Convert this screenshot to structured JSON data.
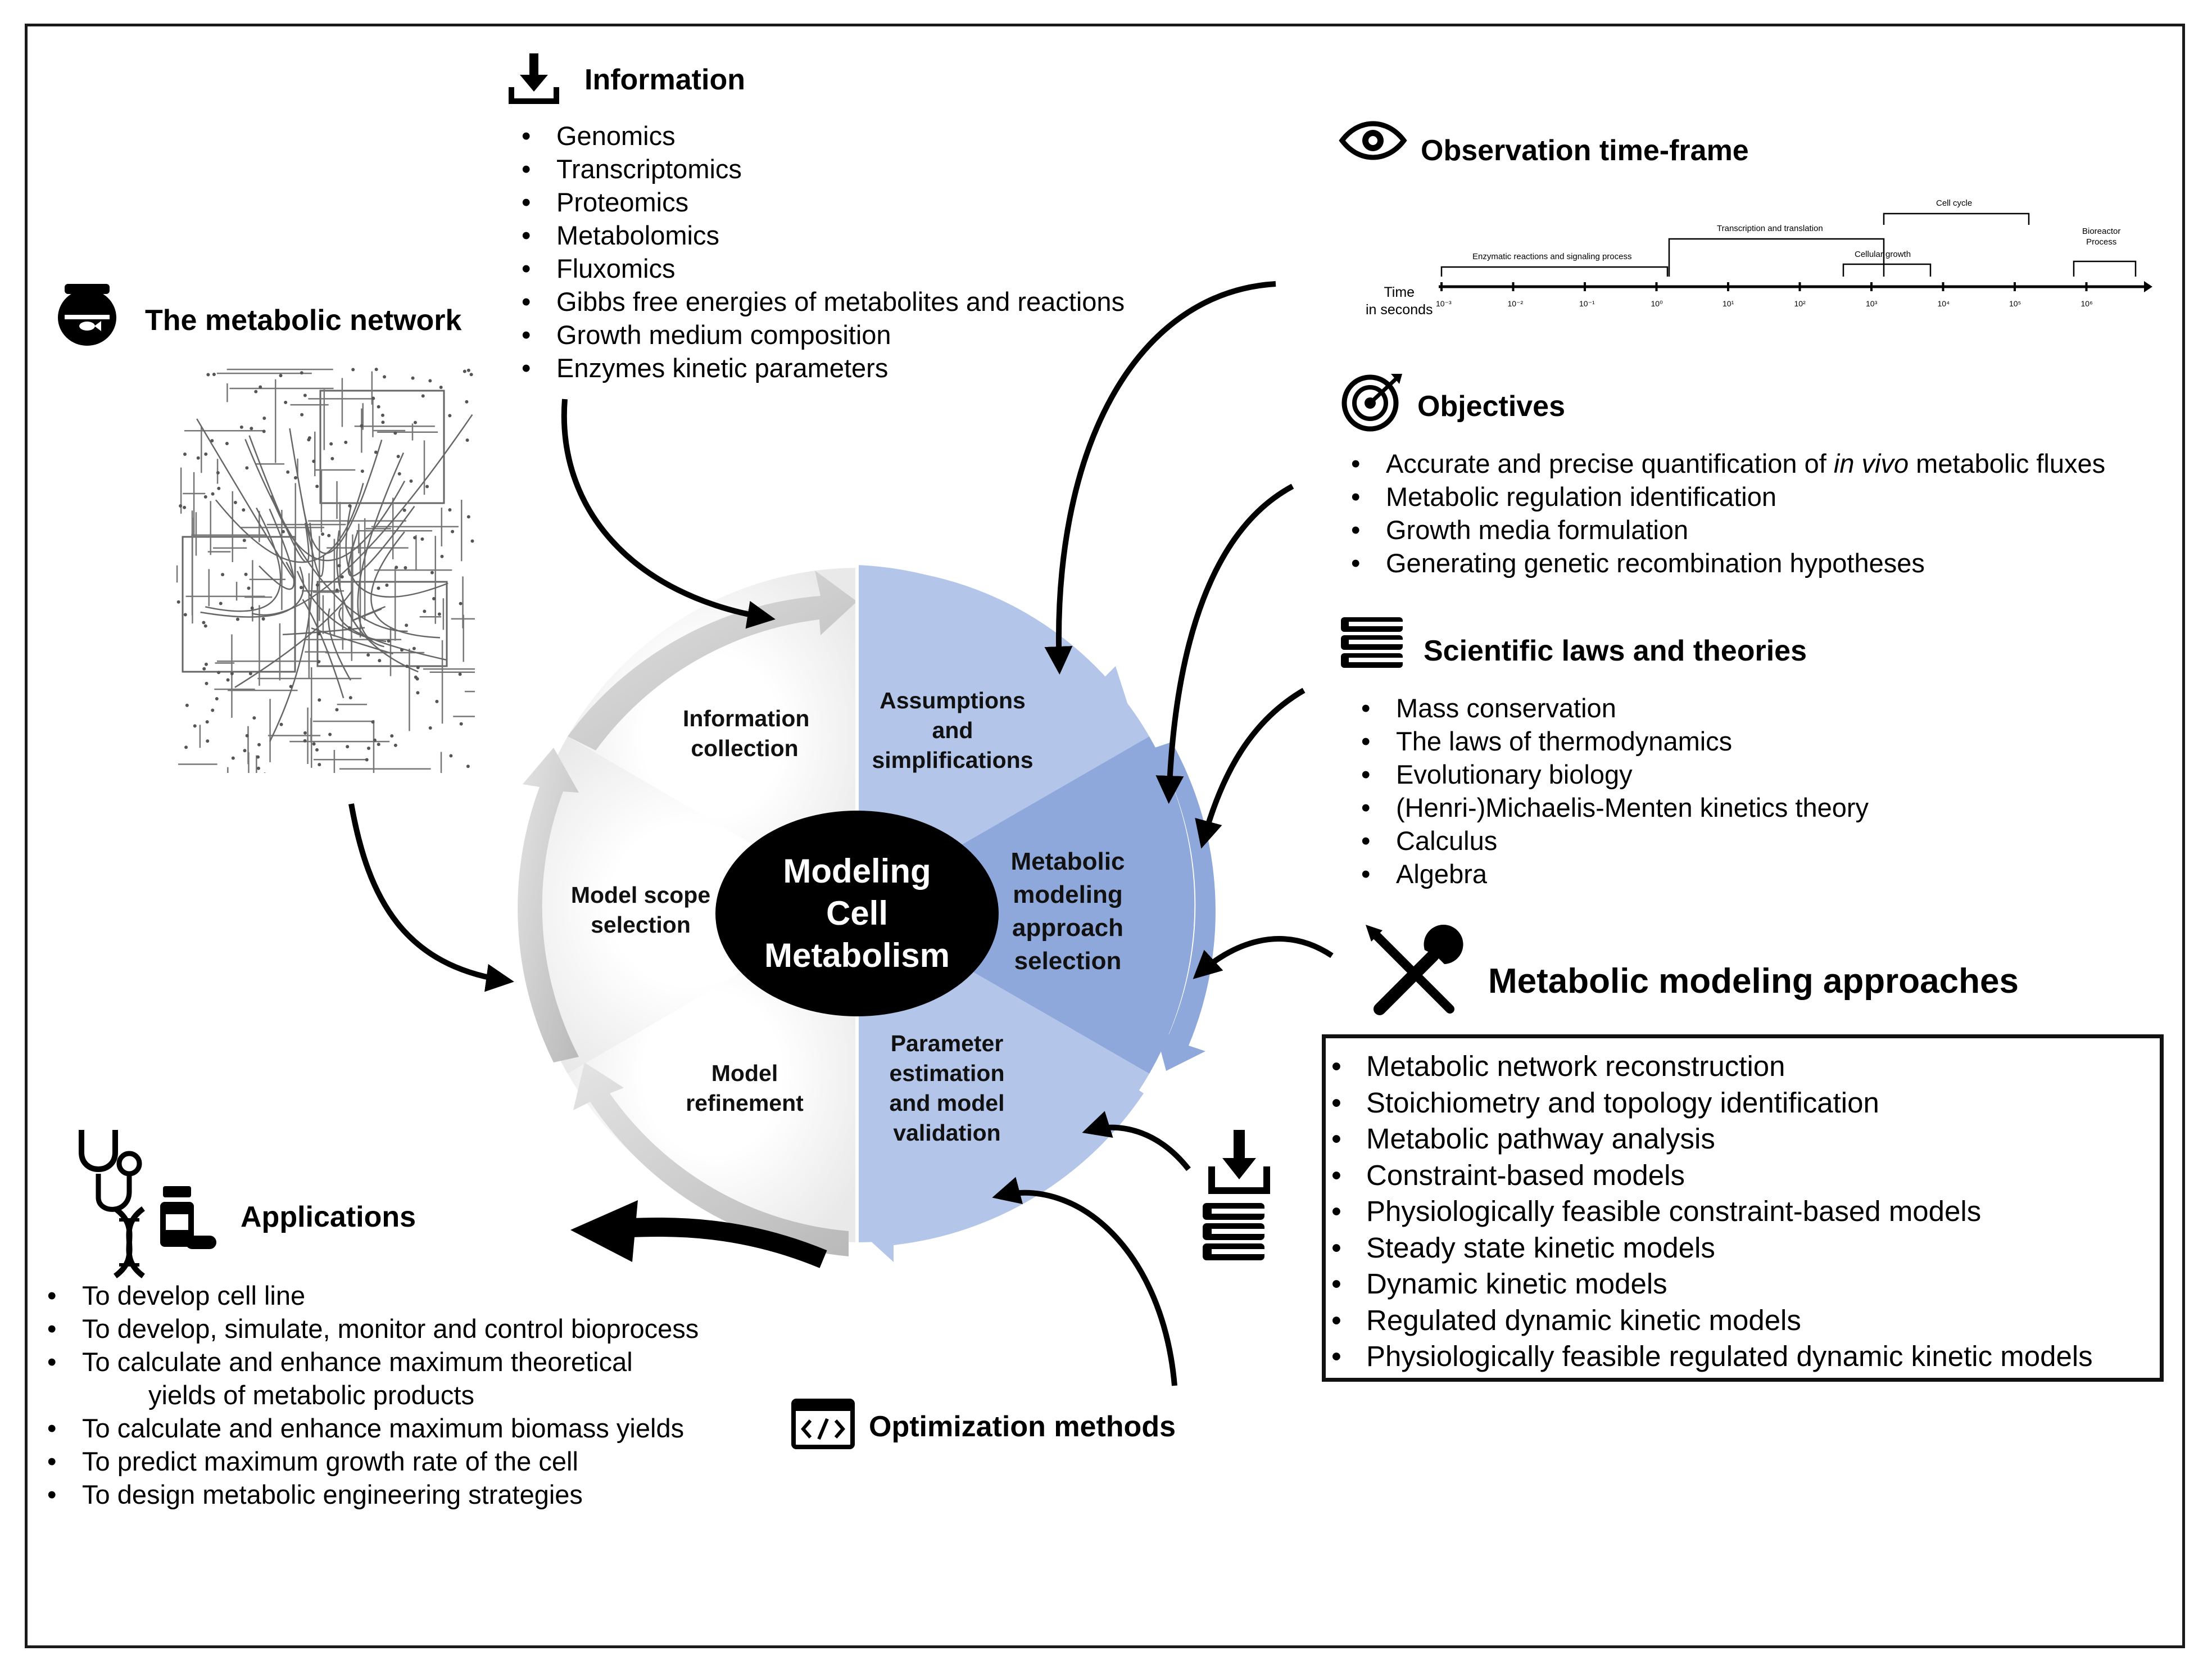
{
  "center": {
    "lines": [
      "Modeling",
      "Cell",
      "Metabolism"
    ]
  },
  "cycle_segments": {
    "information_collection": [
      "Information",
      "collection"
    ],
    "assumptions": [
      "Assumptions",
      "and",
      "simplifications"
    ],
    "approach_selection": [
      "Metabolic",
      "modeling",
      "approach",
      "selection"
    ],
    "parameter_estimation": [
      "Parameter",
      "estimation",
      "and model",
      "validation"
    ],
    "model_refinement": [
      "Model",
      "refinement"
    ],
    "model_scope": [
      "Model scope",
      "selection"
    ]
  },
  "information": {
    "title": "Information",
    "items": [
      "Genomics",
      "Transcriptomics",
      "Proteomics",
      "Metabolomics",
      "Fluxomics",
      "Gibbs free energies of metabolites and reactions",
      "Growth medium composition",
      "Enzymes kinetic parameters"
    ]
  },
  "metabolic_network": {
    "title": "The metabolic network"
  },
  "observation": {
    "title": "Observation time-frame",
    "time_label": [
      "Time",
      "in seconds"
    ],
    "ticks": [
      "10⁻³",
      "10⁻²",
      "10⁻¹",
      "10⁰",
      "10¹",
      "10²",
      "10³",
      "10⁴",
      "10⁵",
      "10⁶"
    ],
    "processes": {
      "enzymatic": "Enzymatic reactions and signaling process",
      "transcription": "Transcription and translation",
      "cell_cycle": "Cell cycle",
      "cellular_growth": "Cellular growth",
      "bioreactor": [
        "Bioreactor",
        "Process"
      ]
    }
  },
  "objectives": {
    "title": "Objectives",
    "item1_pre": "Accurate and precise quantification of ",
    "item1_em": "in vivo",
    "item1_post": " metabolic fluxes",
    "items": [
      "Metabolic regulation identification",
      "Growth media formulation",
      "Generating genetic recombination hypotheses"
    ]
  },
  "laws": {
    "title": "Scientific laws and theories",
    "items": [
      "Mass conservation",
      "The laws of thermodynamics",
      "Evolutionary biology",
      "(Henri-)Michaelis-Menten kinetics theory",
      "Calculus",
      "Algebra"
    ]
  },
  "approaches": {
    "title": "Metabolic modeling approaches",
    "items": [
      "Metabolic network reconstruction",
      "Stoichiometry and topology identification",
      "Metabolic pathway analysis",
      "Constraint-based models",
      "Physiologically feasible constraint-based models",
      "Steady state kinetic models",
      "Dynamic kinetic models",
      "Regulated dynamic kinetic models",
      "Physiologically feasible regulated dynamic kinetic models"
    ]
  },
  "applications": {
    "title": "Applications",
    "items": [
      "To develop cell line",
      "To develop, simulate, monitor and control bioprocess",
      "To calculate and enhance maximum theoretical"
    ],
    "item3_cont": "yields of metabolic products",
    "items_after": [
      "To calculate and enhance maximum biomass yields",
      "To predict maximum growth rate of the cell",
      "To design metabolic engineering strategies"
    ]
  },
  "optimization": {
    "title": "Optimization methods"
  },
  "colors": {
    "segment_light": "#b3c6e9",
    "segment_dark": "#8ea8dc",
    "center_fill": "#000000",
    "gray_arrow": "#cfcfcf"
  },
  "icons": [
    "download-icon",
    "fishbowl-icon",
    "eye-icon",
    "target-icon",
    "books-icon",
    "tools-icon",
    "stethoscope-icon",
    "dna-icon",
    "pill-bottle-icon",
    "code-window-icon"
  ]
}
